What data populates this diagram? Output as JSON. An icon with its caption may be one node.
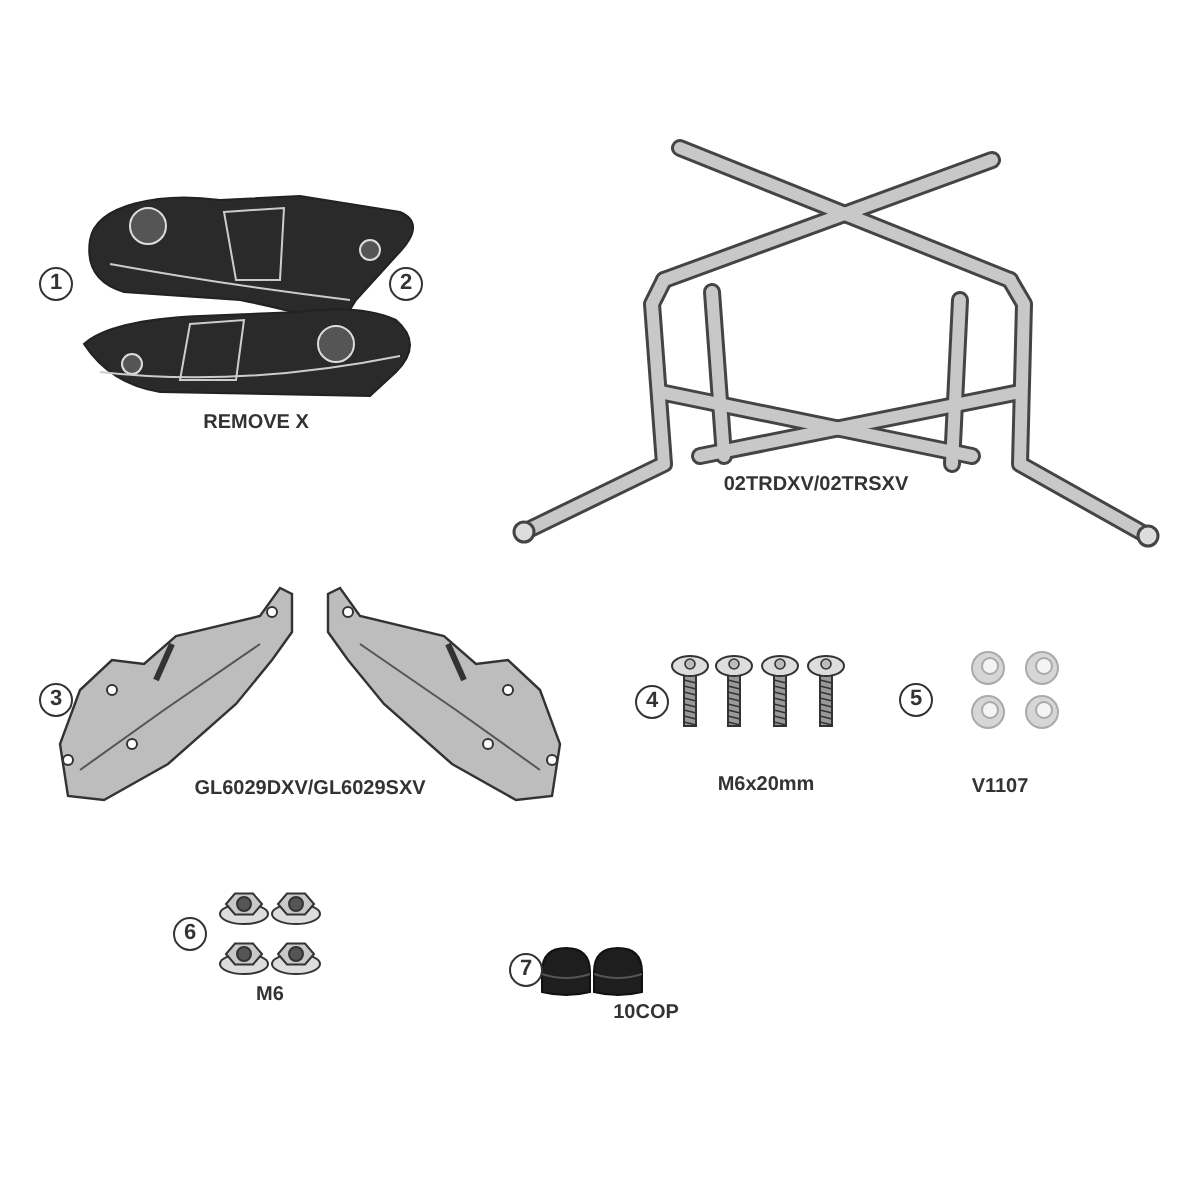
{
  "diagram": {
    "labels": [
      "1",
      "2",
      "REMOVE X",
      "02TRDXV/02TRSXV",
      "3",
      "4",
      "5",
      "GL6029DXV/GL6029SXV",
      "M6x20mm",
      "V1107",
      "6",
      "7",
      "M6",
      "10COP"
    ]
  }
}
